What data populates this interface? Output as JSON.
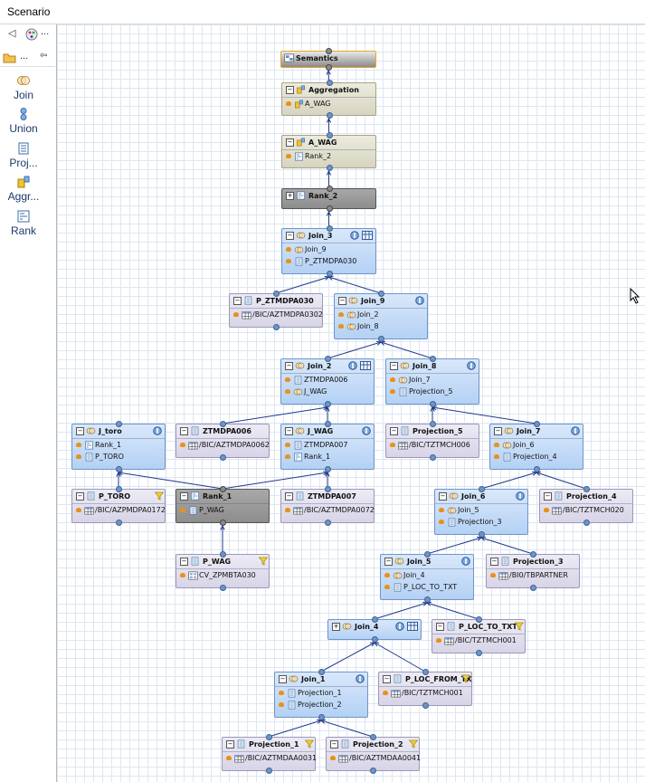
{
  "window": {
    "title": "Scenario"
  },
  "palette": {
    "toolbar_more": "...",
    "tool_more": "...",
    "items": [
      {
        "label": "Join",
        "icon": "join-icon"
      },
      {
        "label": "Union",
        "icon": "union-icon"
      },
      {
        "label": "Proj...",
        "icon": "projection-icon"
      },
      {
        "label": "Aggr...",
        "icon": "aggregation-icon"
      },
      {
        "label": "Rank",
        "icon": "rank-icon"
      }
    ]
  },
  "colors": {
    "view_node": "#b4d1f4",
    "source_node": "#d7d4e7",
    "aggregation_node": "#d7d5c1",
    "rank_node": "#8d8d8d",
    "semantics_border": "#e6a824",
    "edge": "#1f3a8a",
    "input_bullet": "#e8921b"
  },
  "nodes": [
    {
      "id": "semantics",
      "title": "Semantics",
      "type": "semantics",
      "rows": []
    },
    {
      "id": "aggregation",
      "title": "Aggregation",
      "type": "aggregation",
      "rows": [
        {
          "text": "A_WAG",
          "icon": "aggregation-icon"
        }
      ]
    },
    {
      "id": "a_wag",
      "title": "A_WAG",
      "type": "aggregation",
      "rows": [
        {
          "text": "Rank_2",
          "icon": "rank-icon"
        }
      ]
    },
    {
      "id": "rank_2",
      "title": "Rank_2",
      "type": "rank",
      "rows": []
    },
    {
      "id": "join_3",
      "title": "Join_3",
      "type": "join",
      "rows": [
        {
          "text": "Join_9",
          "icon": "join-icon"
        },
        {
          "text": "P_ZTMDPA030",
          "icon": "projection-icon"
        }
      ]
    },
    {
      "id": "p_ztmdpa030",
      "title": "P_ZTMDPA030",
      "type": "projection",
      "rows": [
        {
          "text": "/BIC/AZTMDPA0302",
          "icon": "table-icon"
        }
      ]
    },
    {
      "id": "join_9",
      "title": "Join_9",
      "type": "join",
      "rows": [
        {
          "text": "Join_2",
          "icon": "join-icon"
        },
        {
          "text": "Join_8",
          "icon": "join-icon"
        }
      ]
    },
    {
      "id": "join_2",
      "title": "Join_2",
      "type": "join",
      "rows": [
        {
          "text": "ZTMDPA006",
          "icon": "projection-icon"
        },
        {
          "text": "J_WAG",
          "icon": "join-icon"
        }
      ]
    },
    {
      "id": "join_8",
      "title": "Join_8",
      "type": "join",
      "rows": [
        {
          "text": "Join_7",
          "icon": "join-icon"
        },
        {
          "text": "Projection_5",
          "icon": "projection-icon"
        }
      ]
    },
    {
      "id": "j_toro",
      "title": "J_toro",
      "type": "join",
      "rows": [
        {
          "text": "Rank_1",
          "icon": "rank-icon"
        },
        {
          "text": "P_TORO",
          "icon": "projection-icon"
        }
      ]
    },
    {
      "id": "ztmdpa006",
      "title": "ZTMDPA006",
      "type": "projection",
      "rows": [
        {
          "text": "/BIC/AZTMDPA0062",
          "icon": "table-icon"
        }
      ]
    },
    {
      "id": "j_wag",
      "title": "J_WAG",
      "type": "join",
      "rows": [
        {
          "text": "ZTMDPA007",
          "icon": "projection-icon"
        },
        {
          "text": "Rank_1",
          "icon": "rank-icon"
        }
      ]
    },
    {
      "id": "projection_5",
      "title": "Projection_5",
      "type": "projection",
      "rows": [
        {
          "text": "/BIC/TZTMCH006",
          "icon": "table-icon"
        }
      ]
    },
    {
      "id": "join_7",
      "title": "Join_7",
      "type": "join",
      "rows": [
        {
          "text": "Join_6",
          "icon": "join-icon"
        },
        {
          "text": "Projection_4",
          "icon": "projection-icon"
        }
      ]
    },
    {
      "id": "p_toro",
      "title": "P_TORO",
      "type": "projection",
      "rows": [
        {
          "text": "/BIC/AZPMDPA0172",
          "icon": "table-icon"
        }
      ]
    },
    {
      "id": "rank_1",
      "title": "Rank_1",
      "type": "rank",
      "rows": [
        {
          "text": "P_WAG",
          "icon": "projection-icon"
        }
      ]
    },
    {
      "id": "ztmdpa007",
      "title": "ZTMDPA007",
      "type": "projection",
      "rows": [
        {
          "text": "/BIC/AZTMDPA0072",
          "icon": "table-icon"
        }
      ]
    },
    {
      "id": "join_6",
      "title": "Join_6",
      "type": "join",
      "rows": [
        {
          "text": "Join_5",
          "icon": "join-icon"
        },
        {
          "text": "Projection_3",
          "icon": "projection-icon"
        }
      ]
    },
    {
      "id": "projection_4",
      "title": "Projection_4",
      "type": "projection",
      "rows": [
        {
          "text": "/BIC/TZTMCH020",
          "icon": "table-icon"
        }
      ]
    },
    {
      "id": "p_wag",
      "title": "P_WAG",
      "type": "projection",
      "rows": [
        {
          "text": "CV_ZPMBTA030",
          "icon": "calc-view-icon"
        }
      ]
    },
    {
      "id": "join_5",
      "title": "Join_5",
      "type": "join",
      "rows": [
        {
          "text": "Join_4",
          "icon": "join-icon"
        },
        {
          "text": "P_LOC_TO_TXT",
          "icon": "projection-icon"
        }
      ]
    },
    {
      "id": "projection_3",
      "title": "Projection_3",
      "type": "projection",
      "rows": [
        {
          "text": "/BI0/TBPARTNER",
          "icon": "table-icon"
        }
      ]
    },
    {
      "id": "join_4",
      "title": "Join_4",
      "type": "join",
      "rows": []
    },
    {
      "id": "p_loc_to_txt",
      "title": "P_LOC_TO_TXT",
      "type": "projection",
      "rows": [
        {
          "text": "/BIC/TZTMCH001",
          "icon": "table-icon"
        }
      ]
    },
    {
      "id": "join_1",
      "title": "Join_1",
      "type": "join",
      "rows": [
        {
          "text": "Projection_1",
          "icon": "projection-icon"
        },
        {
          "text": "Projection_2",
          "icon": "projection-icon"
        }
      ]
    },
    {
      "id": "p_loc_from_tx",
      "title": "P_LOC_FROM_TX",
      "type": "projection",
      "rows": [
        {
          "text": "/BIC/TZTMCH001",
          "icon": "table-icon"
        }
      ]
    },
    {
      "id": "projection_1",
      "title": "Projection_1",
      "type": "projection",
      "rows": [
        {
          "text": "/BIC/AZTMDAA0031",
          "icon": "table-icon"
        }
      ]
    },
    {
      "id": "projection_2",
      "title": "Projection_2",
      "type": "projection",
      "rows": [
        {
          "text": "/BIC/AZTMDAA0041",
          "icon": "table-icon"
        }
      ]
    }
  ],
  "edges": [
    [
      "aggregation",
      "semantics"
    ],
    [
      "a_wag",
      "aggregation"
    ],
    [
      "rank_2",
      "a_wag"
    ],
    [
      "join_3",
      "rank_2"
    ],
    [
      "p_ztmdpa030",
      "join_3"
    ],
    [
      "join_9",
      "join_3"
    ],
    [
      "join_2",
      "join_9"
    ],
    [
      "join_8",
      "join_9"
    ],
    [
      "ztmdpa006",
      "join_2"
    ],
    [
      "j_wag",
      "join_2"
    ],
    [
      "join_7",
      "join_8"
    ],
    [
      "projection_5",
      "join_8"
    ],
    [
      "rank_1",
      "j_toro"
    ],
    [
      "p_toro",
      "j_toro"
    ],
    [
      "ztmdpa007",
      "j_wag"
    ],
    [
      "rank_1",
      "j_wag"
    ],
    [
      "join_6",
      "join_7"
    ],
    [
      "projection_4",
      "join_7"
    ],
    [
      "p_wag",
      "rank_1"
    ],
    [
      "join_5",
      "join_6"
    ],
    [
      "projection_3",
      "join_6"
    ],
    [
      "join_4",
      "join_5"
    ],
    [
      "p_loc_to_txt",
      "join_5"
    ],
    [
      "join_1",
      "join_4"
    ],
    [
      "p_loc_from_tx",
      "join_4"
    ],
    [
      "projection_1",
      "join_1"
    ],
    [
      "projection_2",
      "join_1"
    ]
  ]
}
